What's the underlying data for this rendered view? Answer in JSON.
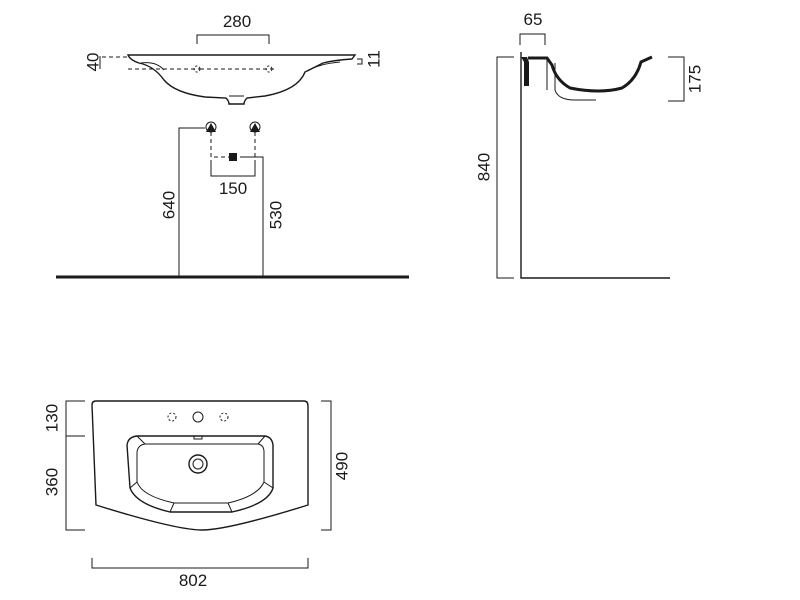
{
  "front_view": {
    "tap_spacing": "280",
    "rim_height": "40",
    "edge": "11",
    "drain_spacing": "150",
    "supply_height": "640",
    "waste_height": "530"
  },
  "side_view": {
    "wall_offset": "65",
    "bowl_depth": "175",
    "total_height": "840"
  },
  "plan_view": {
    "back_depth": "130",
    "bowl_depth": "360",
    "total_depth": "490",
    "width": "802"
  }
}
